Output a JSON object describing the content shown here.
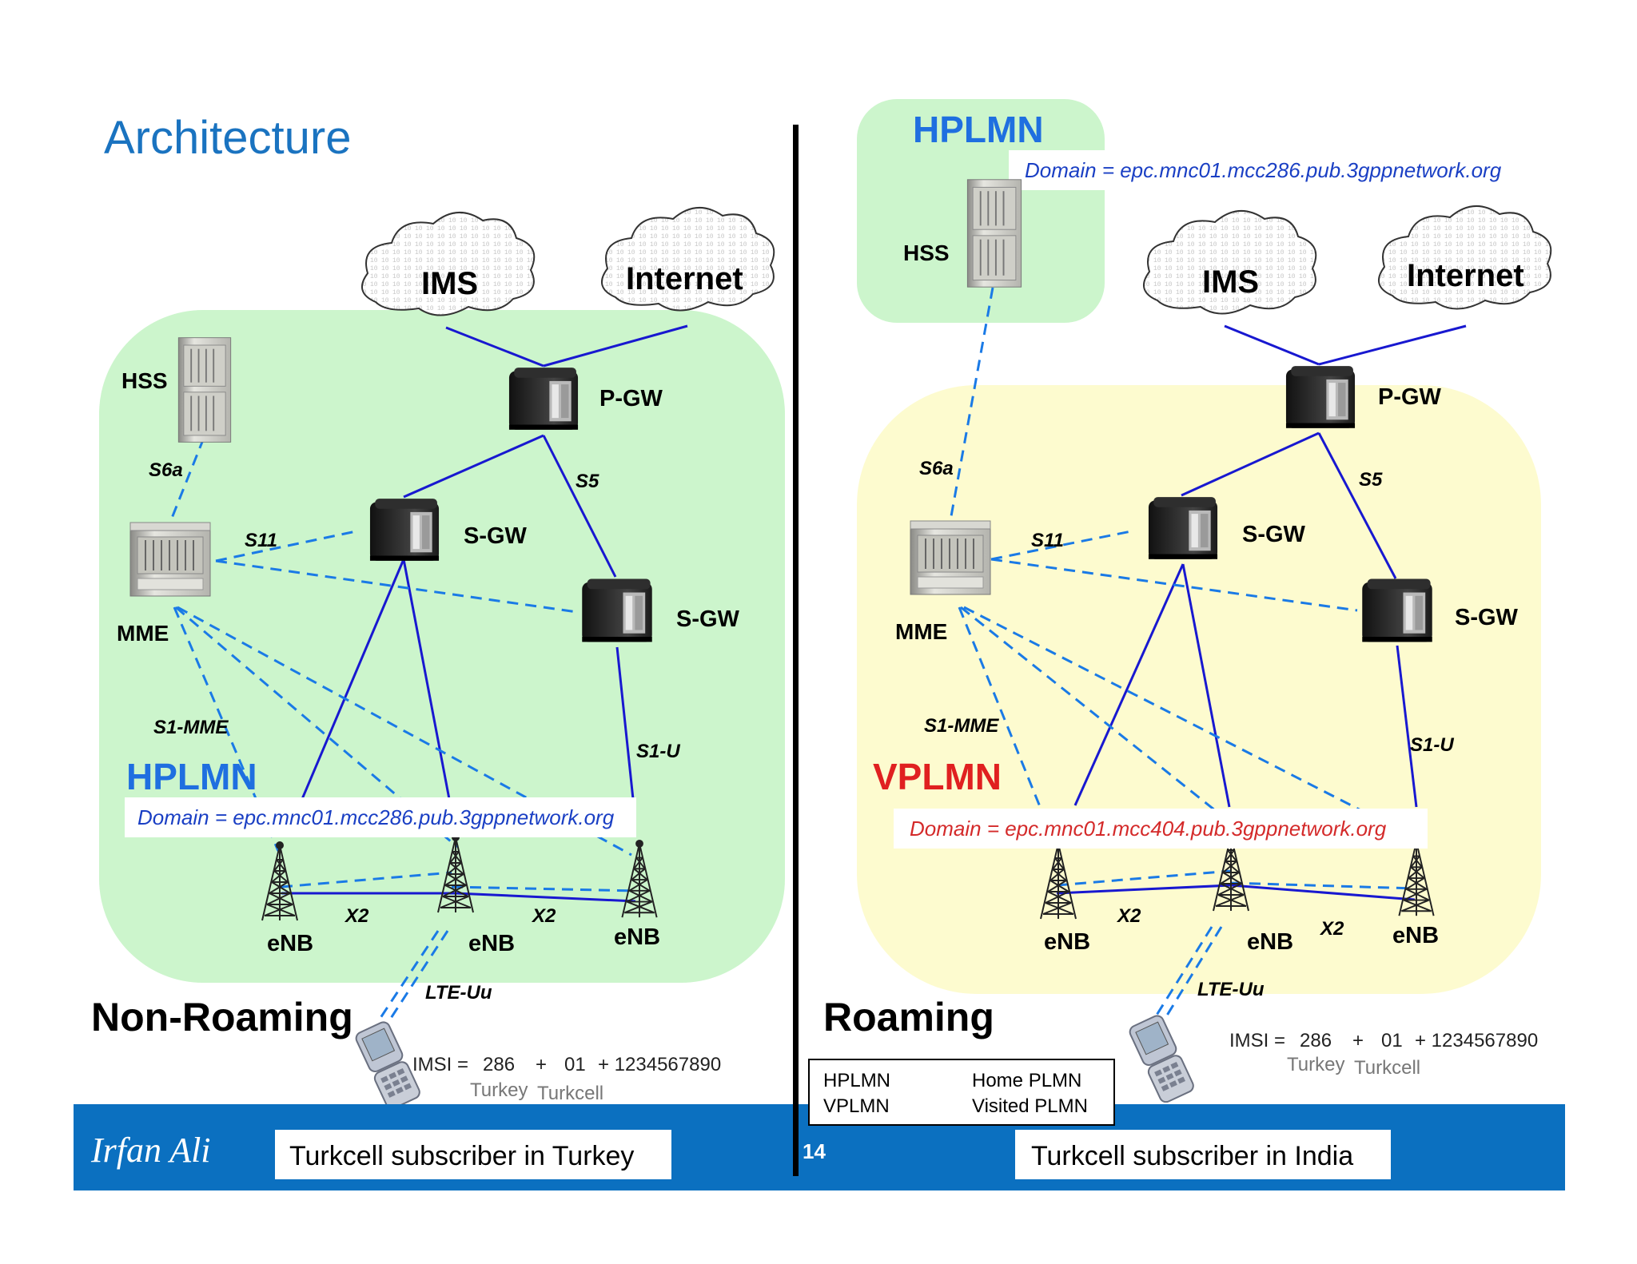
{
  "slide": {
    "title": "Architecture",
    "page_number": "14",
    "author": "Irfan Ali"
  },
  "left": {
    "region_label": "HPLMN",
    "domain": "Domain = epc.mnc01.mcc286.pub.3gppnetwork.org",
    "scenario": "Non-Roaming",
    "caption": "Turkcell subscriber in Turkey",
    "nodes": {
      "ims": "IMS",
      "internet": "Internet",
      "hss": "HSS",
      "pgw": "P-GW",
      "sgw1": "S-GW",
      "sgw2": "S-GW",
      "mme": "MME",
      "enb1": "eNB",
      "enb2": "eNB",
      "enb3": "eNB"
    },
    "interfaces": {
      "s6a": "S6a",
      "s11": "S11",
      "s5": "S5",
      "s1mme": "S1-MME",
      "s1u": "S1-U",
      "x2a": "X2",
      "x2b": "X2",
      "lteuu": "LTE-Uu"
    },
    "imsi": {
      "label": "IMSI =",
      "mcc": "286",
      "plus1": "+",
      "mnc": "01",
      "msin": "+ 1234567890",
      "country": "Turkey",
      "operator": "Turkcell"
    }
  },
  "right": {
    "home_label": "HPLMN",
    "home_domain": "Domain = epc.mnc01.mcc286.pub.3gppnetwork.org",
    "region_label": "VPLMN",
    "domain": "Domain = epc.mnc01.mcc404.pub.3gppnetwork.org",
    "scenario": "Roaming",
    "caption": "Turkcell subscriber in India",
    "nodes": {
      "ims": "IMS",
      "internet": "Internet",
      "hss": "HSS",
      "pgw": "P-GW",
      "sgw1": "S-GW",
      "sgw2": "S-GW",
      "mme": "MME",
      "enb1": "eNB",
      "enb2": "eNB",
      "enb3": "eNB"
    },
    "interfaces": {
      "s6a": "S6a",
      "s11": "S11",
      "s5": "S5",
      "s1mme": "S1-MME",
      "s1u": "S1-U",
      "x2a": "X2",
      "x2b": "X2",
      "lteuu": "LTE-Uu"
    },
    "imsi": {
      "label": "IMSI =",
      "mcc": "286",
      "plus1": "+",
      "mnc": "01",
      "msin": "+ 1234567890",
      "country": "Turkey",
      "operator": "Turkcell"
    }
  },
  "legend": {
    "hplmn_abbr": "HPLMN",
    "hplmn_full": "Home PLMN",
    "vplmn_abbr": "VPLMN",
    "vplmn_full": "Visited PLMN"
  },
  "colors": {
    "title_blue": "#1a73c0",
    "hplmn_blue": "#1f6fe0",
    "vplmn_red": "#e02020",
    "home_green": "#ccf5cc",
    "visited_yellow": "#fdfbcf",
    "line_blue": "#1818d0",
    "dash_blue": "#1a7ae6",
    "domain_blue": "#1a3fc4",
    "domain_red": "#d42a2a",
    "footer_blue": "#0b70c0"
  }
}
